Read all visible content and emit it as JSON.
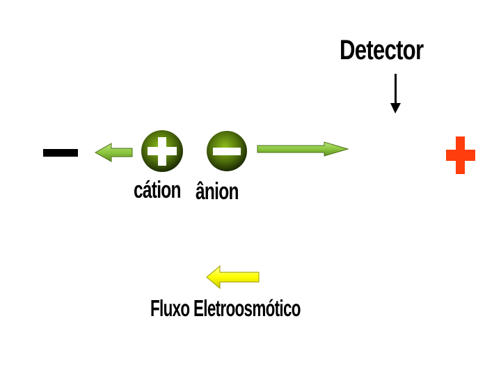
{
  "diagram": {
    "detector": {
      "label": "Detector",
      "arrow_icon": "arrow-down-icon"
    },
    "negative_electrode": {
      "icon": "minus-sign-icon",
      "color": "#000000"
    },
    "positive_electrode": {
      "icon": "plus-sign-icon",
      "color": "#ff3d0d"
    },
    "cation": {
      "label": "cátion",
      "icon": "plus-ball-icon",
      "color": "#6a8f10"
    },
    "anion": {
      "label": "ânion",
      "icon": "minus-ball-icon",
      "color": "#6a8f10"
    },
    "cation_arrow": {
      "direction": "left",
      "color": "#8cc63f"
    },
    "anion_arrow": {
      "direction": "right",
      "color": "#8cc63f"
    },
    "eof": {
      "label": "Fluxo Eletroosmótico",
      "direction": "left",
      "color": "#ffff00"
    }
  }
}
